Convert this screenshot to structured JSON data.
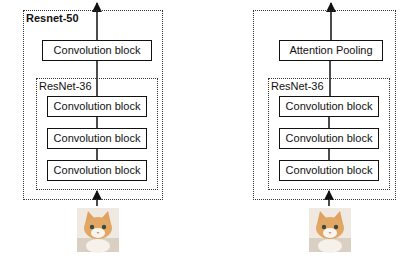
{
  "diagram": {
    "nodes": [
      {
        "text": [
          "Resnet-50"
        ]
      },
      {
        "text": [
          "Convolution block"
        ],
        "in": 0
      },
      {
        "text": [
          "ResNet-36"
        ],
        "in": 0
      },
      {
        "text": [
          "Convolution block"
        ],
        "in": 2
      },
      {
        "text": [
          "Convolution block"
        ],
        "in": 2
      },
      {
        "text": [
          "Convolution block"
        ],
        "in": 2
      },
      {
        "text": []
      },
      {
        "text": [
          "Attention Pooling"
        ],
        "in": 6
      },
      {
        "text": [
          "ResNet-36"
        ],
        "in": 6
      },
      {
        "text": [
          "Convolution block"
        ],
        "in": 8
      },
      {
        "text": [
          "Convolution block"
        ],
        "in": 8
      },
      {
        "text": [
          "Convolution block"
        ],
        "in": 8
      }
    ],
    "edges": [
      {
        "from": 5,
        "to": 4,
        "arrow": "none"
      },
      {
        "from": 4,
        "to": 3,
        "arrow": "none"
      },
      {
        "from": 3,
        "to": 1,
        "arrow": "none"
      },
      {
        "from": 11,
        "to": 10,
        "arrow": "none"
      },
      {
        "from": 10,
        "to": 9,
        "arrow": "none"
      },
      {
        "from": 9,
        "to": 7,
        "arrow": "none"
      }
    ]
  }
}
